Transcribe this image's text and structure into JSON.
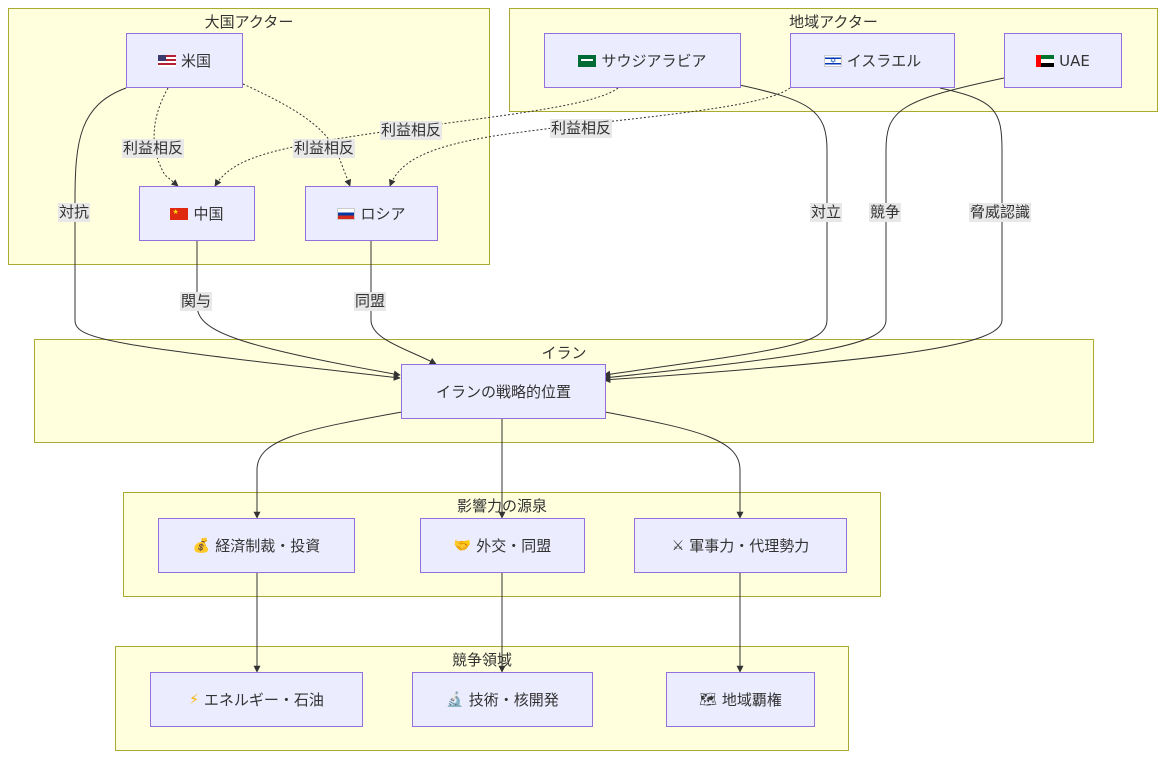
{
  "clusters": {
    "major": "大国アクター",
    "regional": "地域アクター",
    "iran": "イラン",
    "influence": "影響力の源泉",
    "arena": "競争領域"
  },
  "nodes": {
    "us": "米国",
    "cn": "中国",
    "ru": "ロシア",
    "sa": "サウジアラビア",
    "il": "イスラエル",
    "uae": "UAE",
    "iran": "イランの戦略的位置",
    "econ": "経済制裁・投資",
    "diplo": "外交・同盟",
    "mil": "軍事力・代理勢力",
    "energy": "エネルギー・石油",
    "tech": "技術・核開発",
    "hegemony": "地域覇権"
  },
  "icons": {
    "econ": "money-bag-icon",
    "diplo": "handshake-icon",
    "mil": "crossed-swords-icon",
    "energy": "lightning-icon",
    "tech": "microscope-icon",
    "hegemony": "map-icon"
  },
  "edges": {
    "us_cn": "利益相反",
    "us_ru": "利益相反",
    "sa_cn": "利益相反",
    "il_ru": "利益相反",
    "us_iran": "対抗",
    "cn_iran": "関与",
    "ru_iran": "同盟",
    "sa_iran": "対立",
    "uae_iran": "競争",
    "il_iran": "脅威認識"
  },
  "colors": {
    "cluster_fill": "#ffffde",
    "cluster_border": "#aaaa33",
    "node_fill": "#ececff",
    "node_border": "#9370db",
    "edge": "#333333",
    "label_bg": "#e8e8e8"
  }
}
